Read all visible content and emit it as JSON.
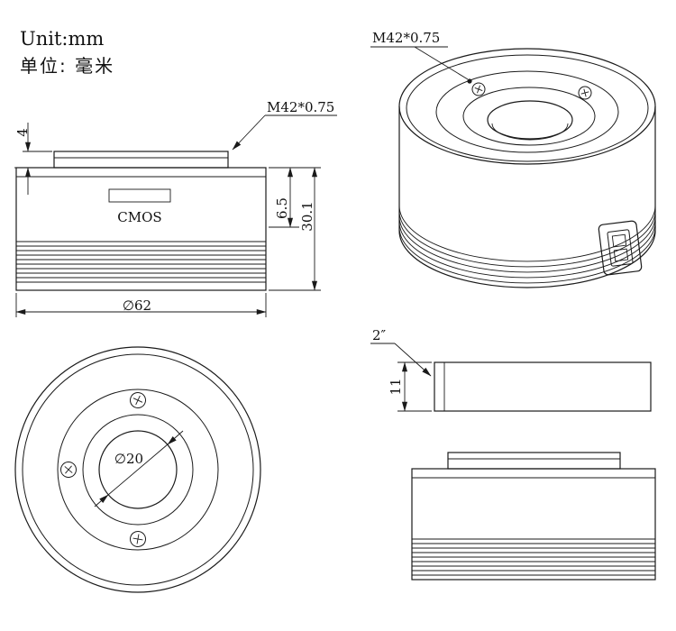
{
  "header": {
    "unit_en": "Unit:mm",
    "unit_zh": "单位: 毫米"
  },
  "side_view": {
    "thread_label": "M42*0.75",
    "cmos_label": "CMOS",
    "dim_flange": "4",
    "dim_backfocus": "6.5",
    "dim_height": "30.1",
    "dim_diameter": "∅62"
  },
  "iso_view": {
    "thread_label": "M42*0.75"
  },
  "front_view": {
    "dim_bore": "∅20"
  },
  "adapter": {
    "barrel_label": "2″",
    "dim_height": "11"
  }
}
